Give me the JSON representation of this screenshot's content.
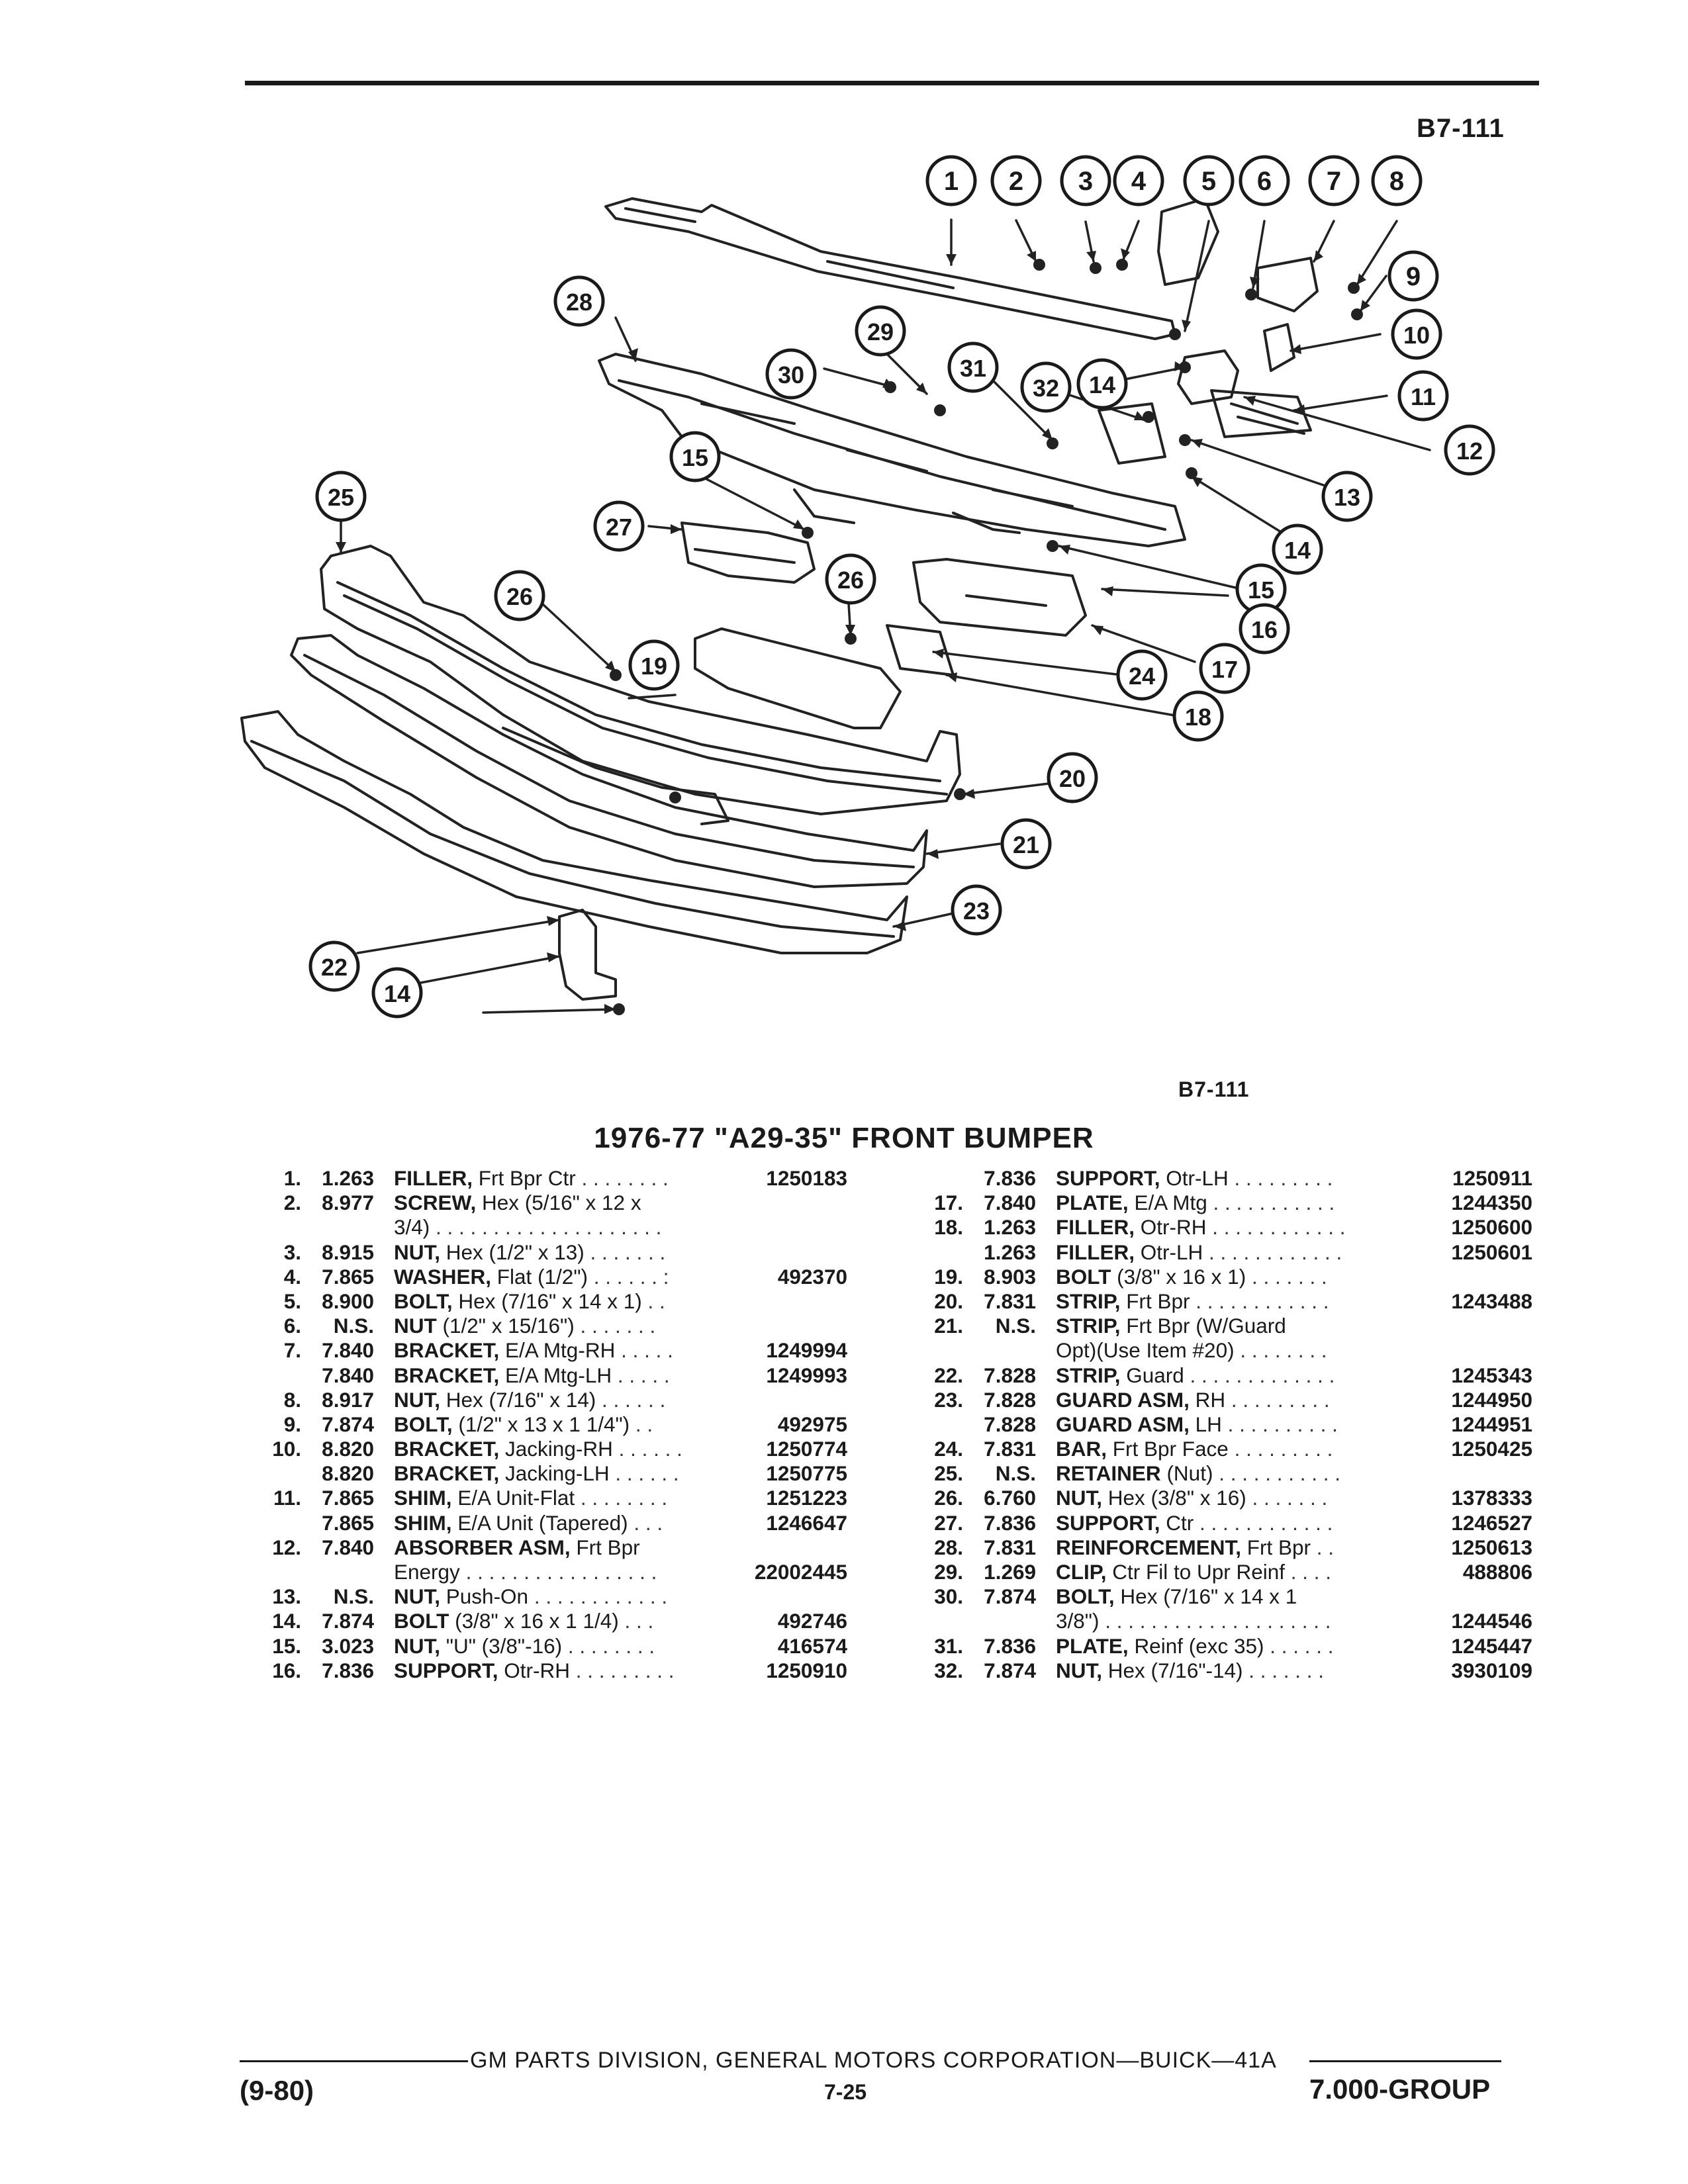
{
  "header": {
    "diagram_code_top": "B7-111"
  },
  "diagram": {
    "callouts": [
      "1",
      "2",
      "3",
      "4",
      "5",
      "6",
      "7",
      "8",
      "9",
      "10",
      "11",
      "12",
      "13",
      "14",
      "28",
      "29",
      "30",
      "31",
      "32",
      "14",
      "15",
      "27",
      "26",
      "15",
      "16",
      "17",
      "18",
      "24",
      "25",
      "26",
      "19",
      "20",
      "21",
      "23",
      "22",
      "14"
    ]
  },
  "caption": {
    "diagram_code_bottom": "B7-111"
  },
  "title": "1976-77 \"A29-35\" FRONT BUMPER",
  "parts_left": [
    {
      "num": "1.",
      "grp": "1.263",
      "name": "FILLER,",
      "desc": "Frt Bpr Ctr",
      "dots": " . . . . . . . . ",
      "pn": "1250183"
    },
    {
      "num": "2.",
      "grp": "8.977",
      "name": "SCREW,",
      "desc": "Hex (5/16\" x 12 x",
      "dots": "",
      "pn": ""
    },
    {
      "num": "",
      "grp": "",
      "name": "",
      "desc": "3/4)",
      "dots": "  . . . . . . . . . . . . . . . . . . . .",
      "pn": ""
    },
    {
      "num": "3.",
      "grp": "8.915",
      "name": "NUT,",
      "desc": "Hex (1/2\" x 13)",
      "dots": " . . . . . . .",
      "pn": ""
    },
    {
      "num": "4.",
      "grp": "7.865",
      "name": "WASHER,",
      "desc": "Flat (1/2\")",
      "dots": " . . . . . . :",
      "pn": "492370"
    },
    {
      "num": "5.",
      "grp": "8.900",
      "name": "BOLT,",
      "desc": "Hex (7/16\" x 14 x 1)",
      "dots": " . .",
      "pn": ""
    },
    {
      "num": "6.",
      "grp": "N.S.",
      "name": "NUT",
      "desc": "(1/2\" x 15/16\")",
      "dots": " . . . . . . .",
      "pn": ""
    },
    {
      "num": "7.",
      "grp": "7.840",
      "name": "BRACKET,",
      "desc": "E/A Mtg-RH",
      "dots": " . . . . .",
      "pn": "1249994"
    },
    {
      "num": "",
      "grp": "7.840",
      "name": "BRACKET,",
      "desc": "E/A Mtg-LH",
      "dots": " . . . . .",
      "pn": "1249993"
    },
    {
      "num": "8.",
      "grp": "8.917",
      "name": "NUT,",
      "desc": "Hex (7/16\" x 14)",
      "dots": " . . . . . .",
      "pn": ""
    },
    {
      "num": "9.",
      "grp": "7.874",
      "name": "BOLT,",
      "desc": "(1/2\" x 13 x 1 1/4\")",
      "dots": " . .",
      "pn": "492975"
    },
    {
      "num": "10.",
      "grp": "8.820",
      "name": "BRACKET,",
      "desc": "Jacking-RH",
      "dots": " . . . . . .",
      "pn": "1250774"
    },
    {
      "num": "",
      "grp": "8.820",
      "name": "BRACKET,",
      "desc": "Jacking-LH",
      "dots": " . . . . . .",
      "pn": "1250775"
    },
    {
      "num": "11.",
      "grp": "7.865",
      "name": "SHIM,",
      "desc": "E/A Unit-Flat",
      "dots": " . . . . . . . .",
      "pn": "1251223"
    },
    {
      "num": "",
      "grp": "7.865",
      "name": "SHIM,",
      "desc": "E/A Unit (Tapered)",
      "dots": " . . .",
      "pn": "1246647"
    },
    {
      "num": "12.",
      "grp": "7.840",
      "name": "ABSORBER ASM,",
      "desc": "Frt Bpr",
      "dots": "",
      "pn": ""
    },
    {
      "num": "",
      "grp": "",
      "name": "",
      "desc": "Energy",
      "dots": "  . . . . . . . . . . . . . . . . .",
      "pn": "22002445"
    },
    {
      "num": "13.",
      "grp": "N.S.",
      "name": "NUT,",
      "desc": "Push-On",
      "dots": " . . . . . . . . . . . .",
      "pn": ""
    },
    {
      "num": "14.",
      "grp": "7.874",
      "name": "BOLT",
      "desc": "(3/8\" x 16 x 1 1/4)",
      "dots": " . . .",
      "pn": "492746"
    },
    {
      "num": "15.",
      "grp": "3.023",
      "name": "NUT,",
      "desc": "\"U\" (3/8\"-16)",
      "dots": " . . . . . . . .",
      "pn": "416574"
    },
    {
      "num": "16.",
      "grp": "7.836",
      "name": "SUPPORT,",
      "desc": "Otr-RH",
      "dots": " . . . . . . . . .",
      "pn": "1250910"
    }
  ],
  "parts_right": [
    {
      "num": "",
      "grp": "7.836",
      "name": "SUPPORT,",
      "desc": "Otr-LH",
      "dots": " . . . . . . . . .",
      "pn": "1250911"
    },
    {
      "num": "17.",
      "grp": "7.840",
      "name": "PLATE,",
      "desc": "E/A Mtg",
      "dots": " . . . . . . . . . . .",
      "pn": "1244350"
    },
    {
      "num": "18.",
      "grp": "1.263",
      "name": "FILLER,",
      "desc": "Otr-RH",
      "dots": " . . . . . . . . . . . .",
      "pn": "1250600"
    },
    {
      "num": "",
      "grp": "1.263",
      "name": "FILLER,",
      "desc": "Otr-LH",
      "dots": " . . . . . . . . . . . .",
      "pn": "1250601"
    },
    {
      "num": "19.",
      "grp": "8.903",
      "name": "BOLT",
      "desc": "(3/8\" x 16 x 1)",
      "dots": " . . . . . . .",
      "pn": ""
    },
    {
      "num": "20.",
      "grp": "7.831",
      "name": "STRIP,",
      "desc": "Frt Bpr",
      "dots": " . . . . . . . . . . . .",
      "pn": "1243488"
    },
    {
      "num": "21.",
      "grp": "N.S.",
      "name": "STRIP,",
      "desc": "Frt Bpr (W/Guard",
      "dots": "",
      "pn": ""
    },
    {
      "num": "",
      "grp": "",
      "name": "",
      "desc": "Opt)(Use Item #20)",
      "dots": " . . . . . . . .",
      "pn": ""
    },
    {
      "num": "22.",
      "grp": "7.828",
      "name": "STRIP,",
      "desc": "Guard",
      "dots": " . . . . . . . . . . . . .",
      "pn": "1245343"
    },
    {
      "num": "23.",
      "grp": "7.828",
      "name": "GUARD ASM,",
      "desc": "RH",
      "dots": " . . . . . . . . .",
      "pn": "1244950"
    },
    {
      "num": "",
      "grp": "7.828",
      "name": "GUARD ASM,",
      "desc": "LH",
      "dots": " . . . . . . . . . .",
      "pn": "1244951"
    },
    {
      "num": "24.",
      "grp": "7.831",
      "name": "BAR,",
      "desc": "Frt Bpr Face",
      "dots": " . . . . . . . . .",
      "pn": "1250425"
    },
    {
      "num": "25.",
      "grp": "N.S.",
      "name": "RETAINER",
      "desc": "(Nut)",
      "dots": " . . . . . . . . . . .",
      "pn": ""
    },
    {
      "num": "26.",
      "grp": "6.760",
      "name": "NUT,",
      "desc": "Hex (3/8\" x 16)",
      "dots": " . . . . . . .",
      "pn": "1378333"
    },
    {
      "num": "27.",
      "grp": "7.836",
      "name": "SUPPORT,",
      "desc": "Ctr",
      "dots": " . . . . . . . . . . . .",
      "pn": "1246527"
    },
    {
      "num": "28.",
      "grp": "7.831",
      "name": "REINFORCEMENT,",
      "desc": "Frt Bpr",
      "dots": " . .",
      "pn": "1250613"
    },
    {
      "num": "29.",
      "grp": "1.269",
      "name": "CLIP,",
      "desc": "Ctr Fil to Upr Reinf",
      "dots": " . . . .",
      "pn": "488806"
    },
    {
      "num": "30.",
      "grp": "7.874",
      "name": "BOLT,",
      "desc": "Hex (7/16\" x 14 x 1",
      "dots": "",
      "pn": ""
    },
    {
      "num": "",
      "grp": "",
      "name": "",
      "desc": "3/8\")",
      "dots": " . . . . . . . . . . . . . . . . . . . .",
      "pn": "1244546"
    },
    {
      "num": "31.",
      "grp": "7.836",
      "name": "PLATE,",
      "desc": "Reinf (exc 35)",
      "dots": " . . . . . .",
      "pn": "1245447"
    },
    {
      "num": "32.",
      "grp": "7.874",
      "name": "NUT,",
      "desc": "Hex (7/16\"-14)",
      "dots": " . . . . . . .",
      "pn": "3930109"
    }
  ],
  "footer": {
    "publisher": "GM PARTS DIVISION, GENERAL MOTORS CORPORATION—BUICK—41A",
    "date": "(9-80)",
    "page": "7-25",
    "group": "7.000-GROUP"
  }
}
